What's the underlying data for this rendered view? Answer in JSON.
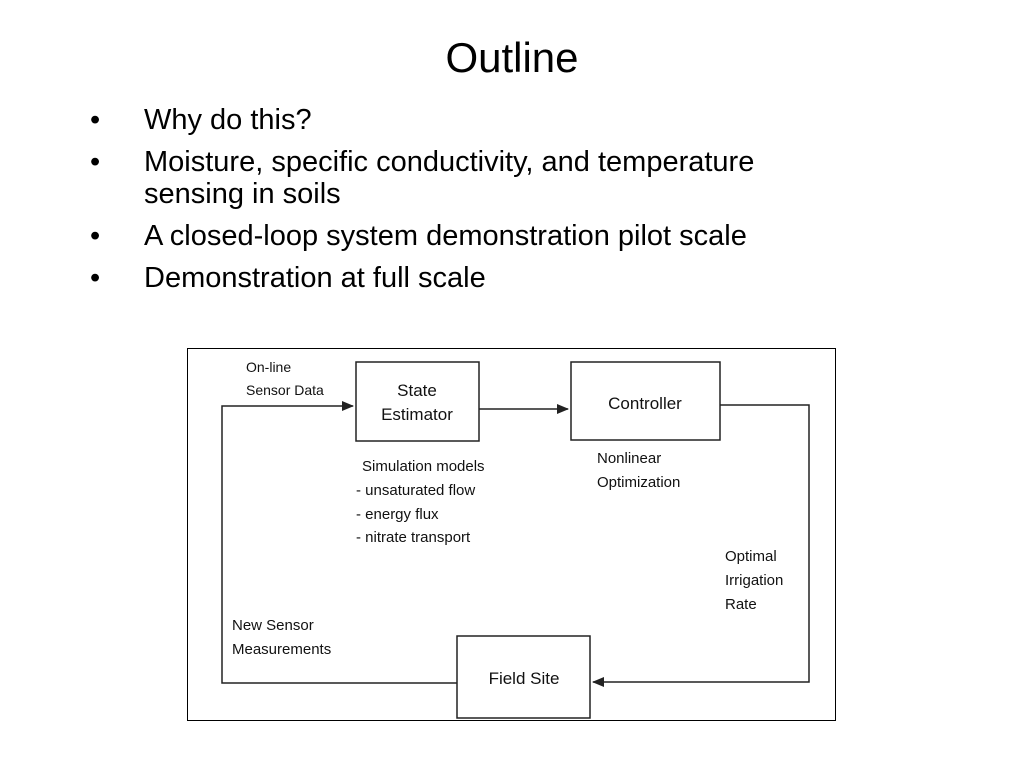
{
  "slide": {
    "title": "Outline",
    "bullets": [
      {
        "marker": "•",
        "lines": [
          "Why do this?"
        ]
      },
      {
        "marker": "•",
        "lines": [
          "Moisture, specific conductivity, and temperature",
          "sensing in soils"
        ]
      },
      {
        "marker": "•",
        "lines": [
          "A closed-loop system demonstration pilot scale"
        ]
      },
      {
        "marker": "•",
        "lines": [
          "Demonstration at full scale"
        ]
      }
    ]
  },
  "diagram": {
    "nodes": {
      "state_estimator": [
        "State",
        "Estimator"
      ],
      "controller": [
        "Controller"
      ],
      "field_site": [
        "Field Site"
      ]
    },
    "labels": {
      "online_sensor_data": [
        "On-line",
        "Sensor Data"
      ],
      "simulation_models": [
        "Simulation models",
        "- unsaturated flow",
        "- energy flux",
        "- nitrate transport"
      ],
      "nonlinear_optimization": [
        "Nonlinear",
        "Optimization"
      ],
      "optimal_irrigation_rate": [
        "Optimal",
        "Irrigation",
        "Rate"
      ],
      "new_sensor_measurements": [
        "New Sensor",
        "Measurements"
      ]
    }
  }
}
